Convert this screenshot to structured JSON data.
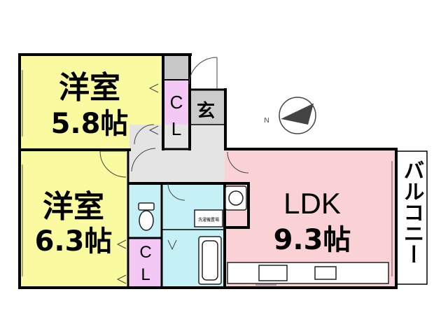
{
  "rooms": {
    "western_room_1": {
      "name": "洋室",
      "size": "5.8帖"
    },
    "western_room_2": {
      "name": "洋室",
      "size": "6.3帖"
    },
    "ldk": {
      "name": "LDK",
      "size": "9.3帖"
    },
    "closet_top": {
      "line1": "C",
      "line2": "L"
    },
    "closet_bottom": {
      "line1": "C",
      "line2": "L"
    },
    "entrance": {
      "label": "玄"
    },
    "balcony": {
      "label": "バルコニー"
    },
    "laundry_space": {
      "label": "洗濯機置場"
    }
  },
  "compass": {
    "label": "N"
  },
  "colors": {
    "western_room": "#fafaa0",
    "ldk": "#fad2d6",
    "closet": "#f4c8f4",
    "wet_area": "#c4f0f6",
    "hall": "#e4e4e4",
    "entrance": "#cbcbcb",
    "storage": "#c8c8c8",
    "wall": "#000000"
  }
}
